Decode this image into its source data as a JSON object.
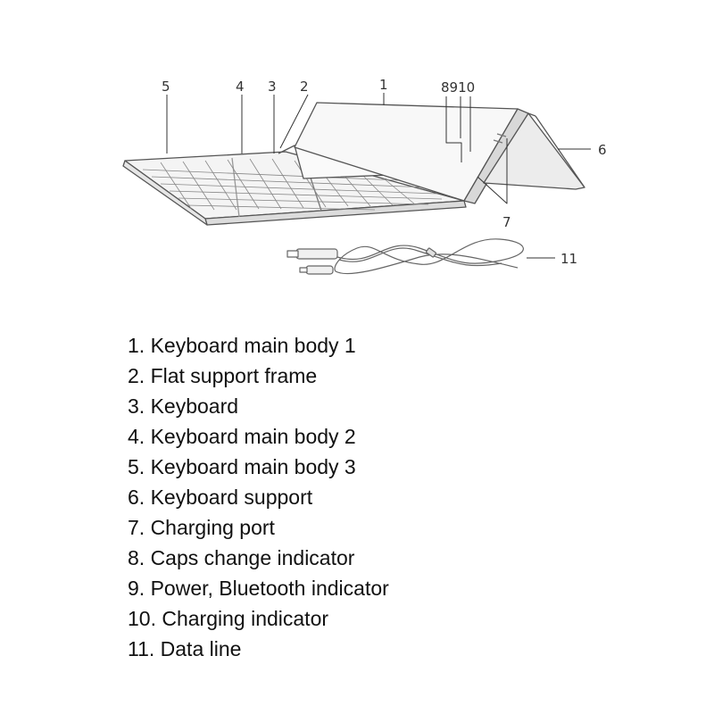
{
  "diagram": {
    "callouts": {
      "c1": "1",
      "c2": "2",
      "c3": "3",
      "c4": "4",
      "c5": "5",
      "c6": "6",
      "c7": "7",
      "c8910": "8910",
      "c11": "11"
    }
  },
  "legend": {
    "items": [
      "1. Keyboard main body 1",
      "2. Flat support frame",
      "3. Keyboard",
      "4. Keyboard main body 2",
      "5. Keyboard main body 3",
      "6. Keyboard support",
      "7. Charging port",
      "8. Caps change indicator",
      "9. Power, Bluetooth indicator",
      "10. Charging indicator",
      "11. Data line"
    ]
  }
}
